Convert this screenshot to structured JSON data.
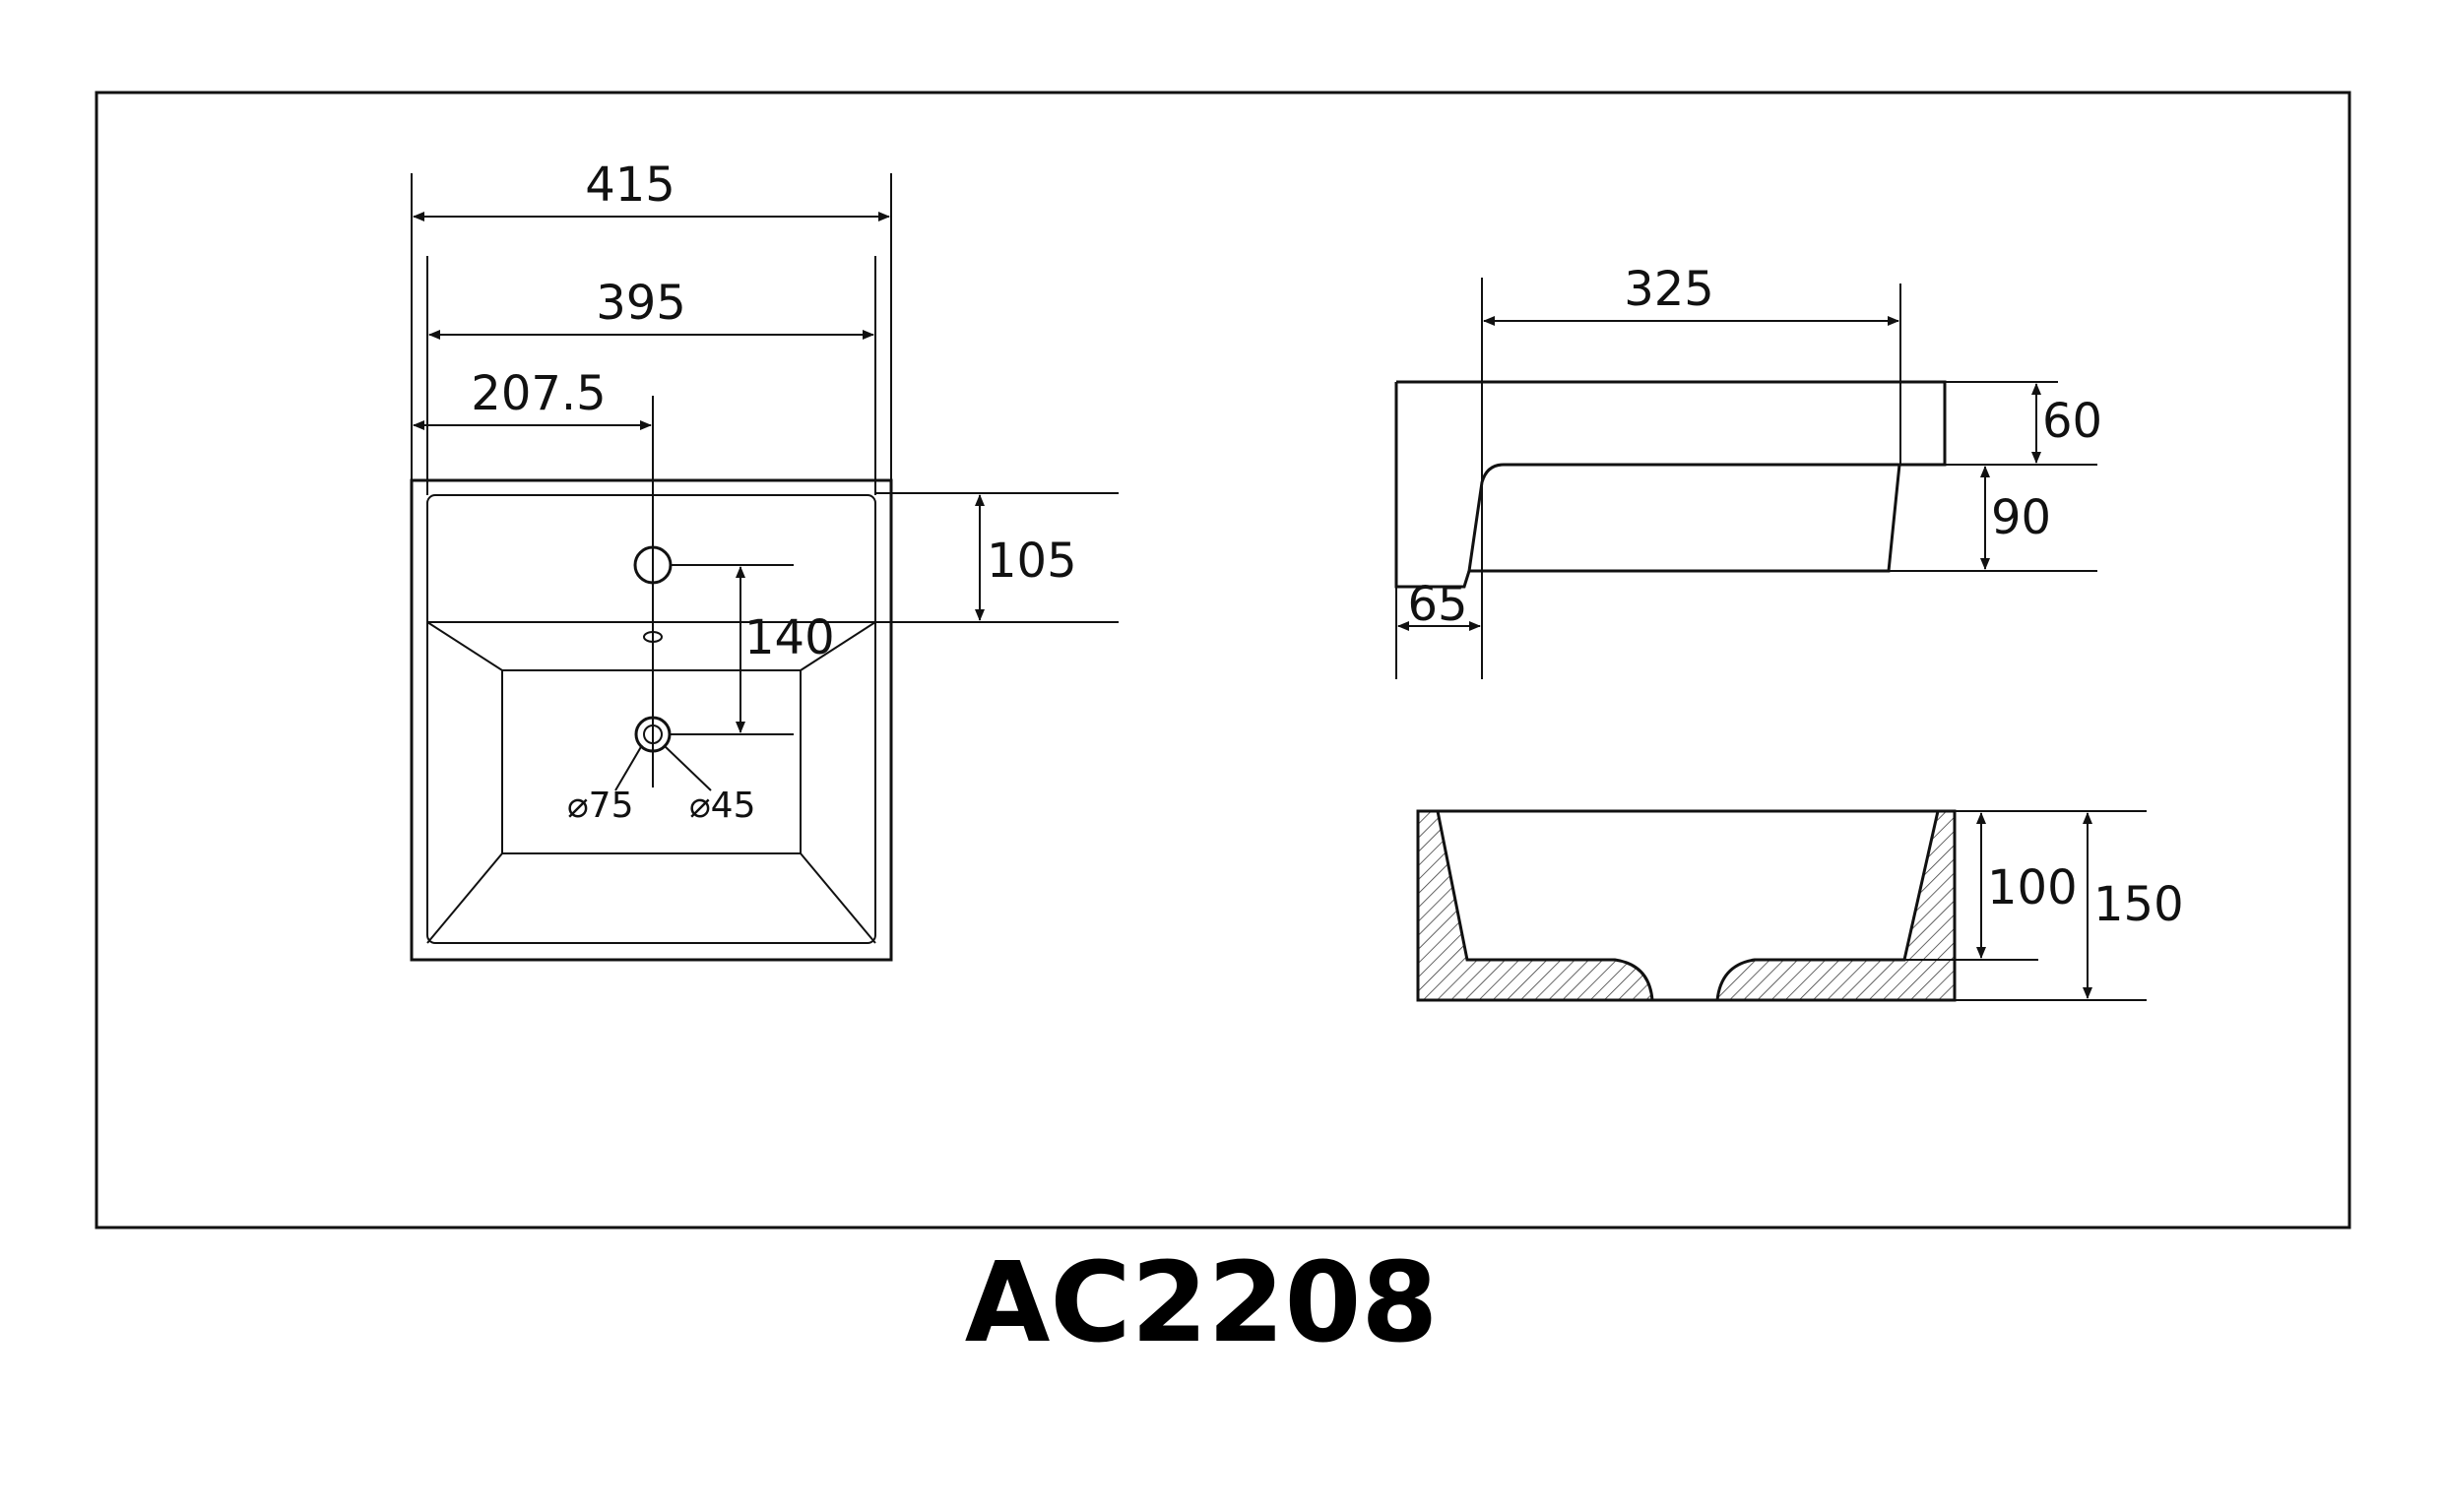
{
  "model": "AC2208",
  "top_view": {
    "overall_width": "415",
    "inner_width": "395",
    "tap_offset": "207.5",
    "tap_to_rim": "105",
    "tap_to_drain": "140",
    "drain_outer_diameter": "⌀75",
    "drain_inner_diameter": "⌀45"
  },
  "side_view": {
    "depth": "325",
    "rim_height": "60",
    "body_height": "90",
    "wall_setback": "65"
  },
  "section_view": {
    "bowl_depth": "100",
    "total_height": "150"
  },
  "colors": {
    "line": "#111111",
    "background": "#ffffff"
  }
}
